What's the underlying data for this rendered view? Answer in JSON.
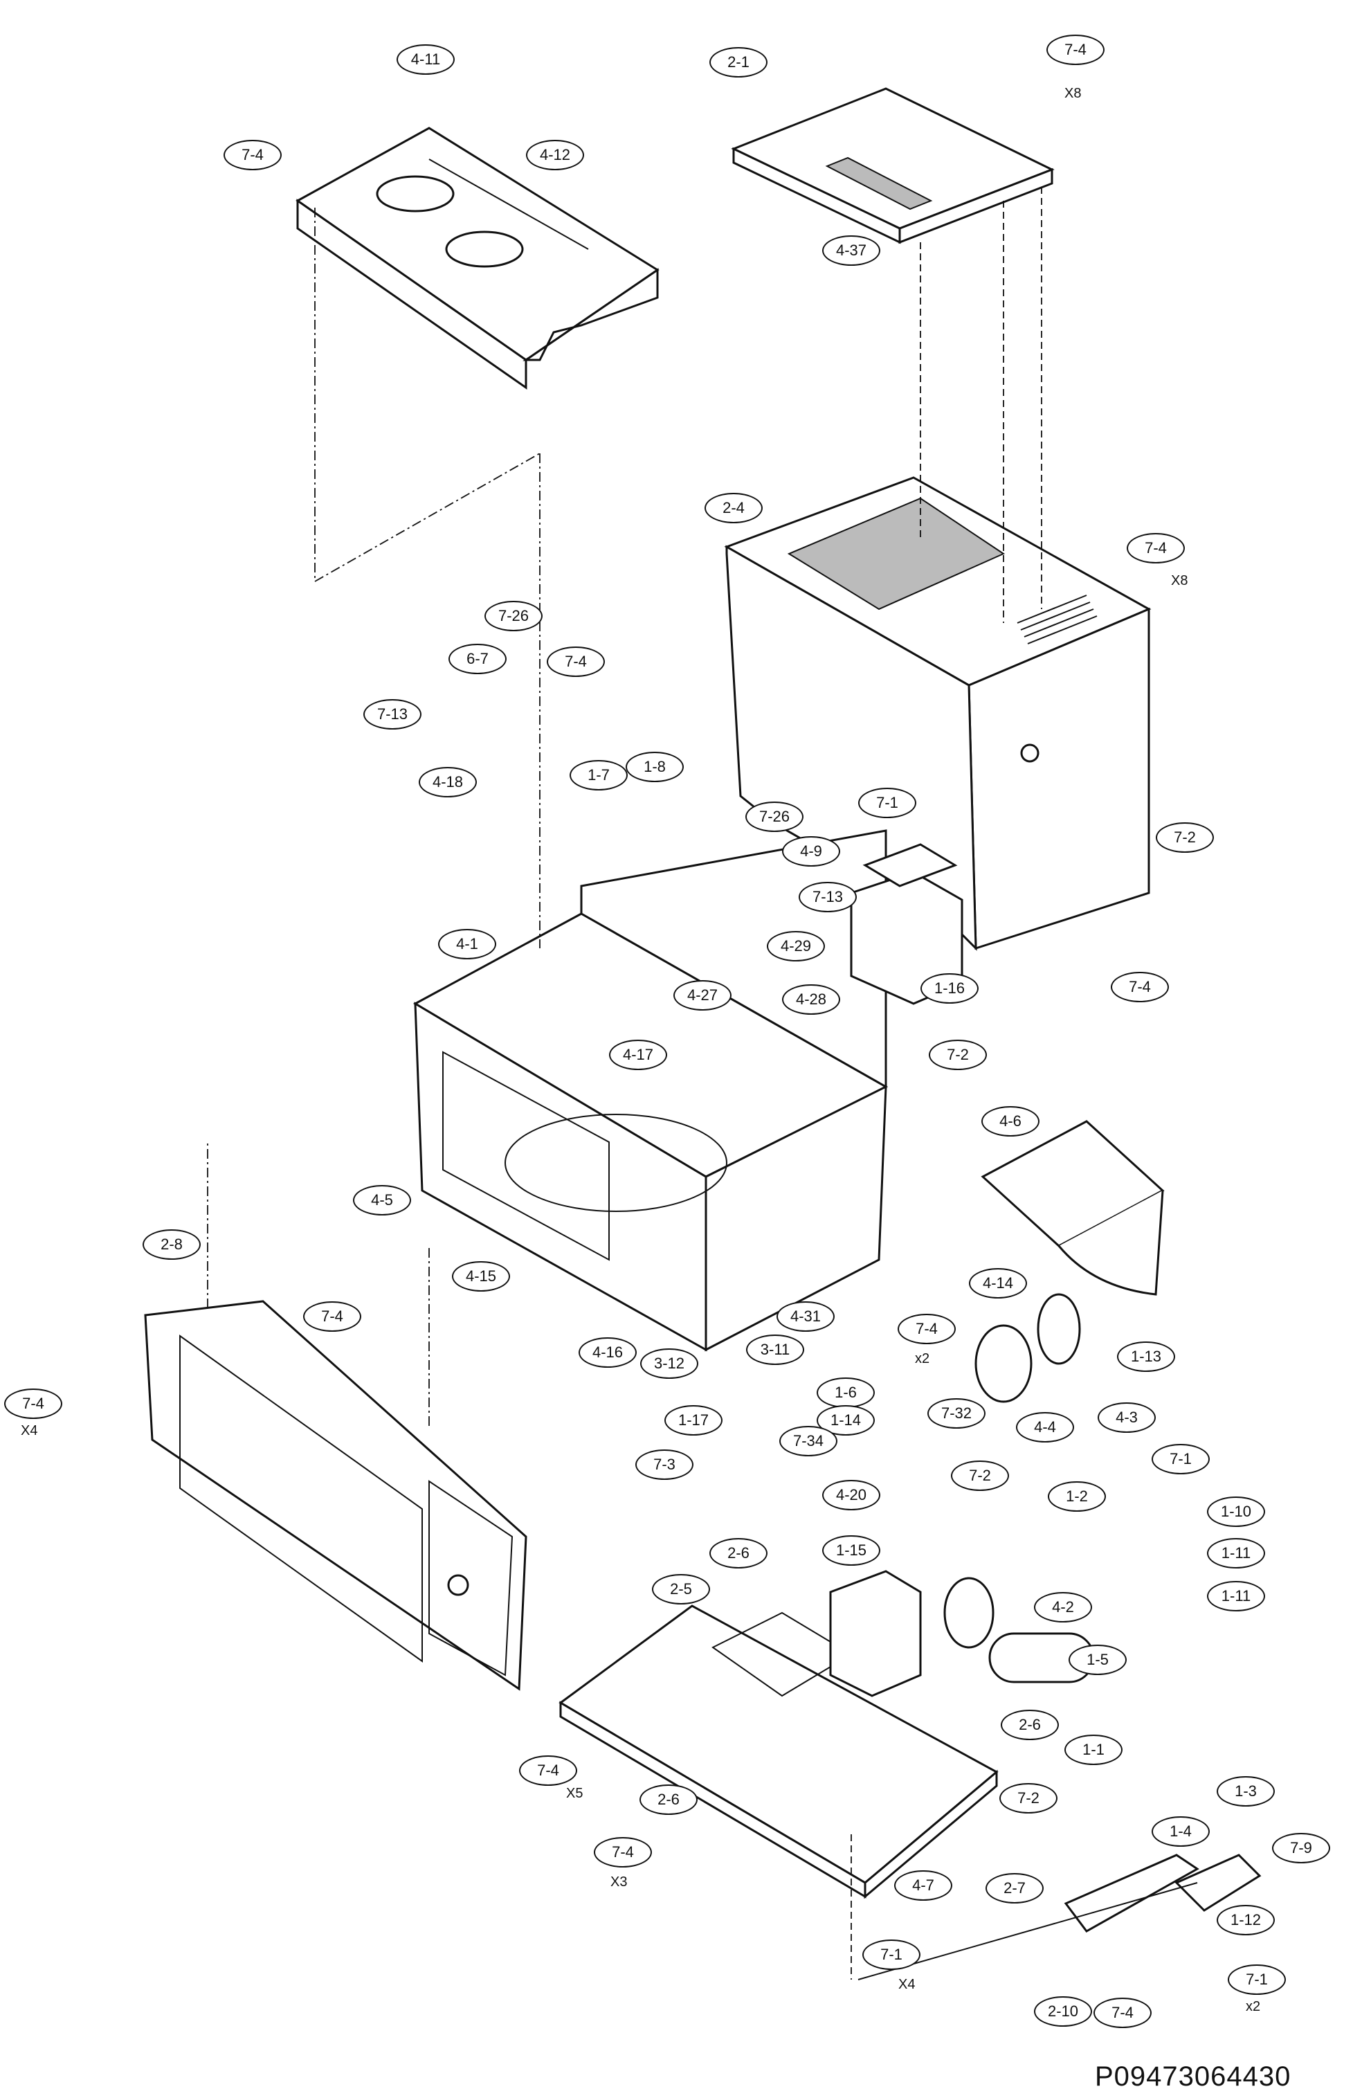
{
  "document_number": "P09473064430",
  "callouts": [
    {
      "id": "4-11"
    },
    {
      "id": "7-4"
    },
    {
      "id": "4-12"
    },
    {
      "id": "2-1"
    },
    {
      "id": "7-4"
    },
    {
      "id": "4-37"
    },
    {
      "id": "2-4"
    },
    {
      "id": "7-4"
    },
    {
      "id": "7-26"
    },
    {
      "id": "6-7"
    },
    {
      "id": "7-13"
    },
    {
      "id": "7-4"
    },
    {
      "id": "4-18"
    },
    {
      "id": "1-7"
    },
    {
      "id": "1-8"
    },
    {
      "id": "7-26"
    },
    {
      "id": "4-9"
    },
    {
      "id": "7-13"
    },
    {
      "id": "4-29"
    },
    {
      "id": "7-1"
    },
    {
      "id": "1-16"
    },
    {
      "id": "7-2"
    },
    {
      "id": "7-4"
    },
    {
      "id": "4-1"
    },
    {
      "id": "4-27"
    },
    {
      "id": "4-28"
    },
    {
      "id": "4-17"
    },
    {
      "id": "7-2"
    },
    {
      "id": "4-6"
    },
    {
      "id": "4-5"
    },
    {
      "id": "4-15"
    },
    {
      "id": "4-14"
    },
    {
      "id": "4-31"
    },
    {
      "id": "7-4"
    },
    {
      "id": "2-8"
    },
    {
      "id": "7-4"
    },
    {
      "id": "3-12"
    },
    {
      "id": "3-11"
    },
    {
      "id": "4-16"
    },
    {
      "id": "1-6"
    },
    {
      "id": "1-13"
    },
    {
      "id": "7-4"
    },
    {
      "id": "1-17"
    },
    {
      "id": "1-14"
    },
    {
      "id": "7-32"
    },
    {
      "id": "4-4"
    },
    {
      "id": "4-3"
    },
    {
      "id": "7-34"
    },
    {
      "id": "7-3"
    },
    {
      "id": "7-1"
    },
    {
      "id": "4-20"
    },
    {
      "id": "7-2"
    },
    {
      "id": "1-2"
    },
    {
      "id": "1-10"
    },
    {
      "id": "1-11"
    },
    {
      "id": "1-11"
    },
    {
      "id": "2-6"
    },
    {
      "id": "1-15"
    },
    {
      "id": "2-5"
    },
    {
      "id": "4-2"
    },
    {
      "id": "1-5"
    },
    {
      "id": "2-6"
    },
    {
      "id": "7-4"
    },
    {
      "id": "2-6"
    },
    {
      "id": "1-1"
    },
    {
      "id": "1-3"
    },
    {
      "id": "7-2"
    },
    {
      "id": "1-4"
    },
    {
      "id": "7-9"
    },
    {
      "id": "7-4"
    },
    {
      "id": "4-7"
    },
    {
      "id": "2-7"
    },
    {
      "id": "1-12"
    },
    {
      "id": "7-1"
    },
    {
      "id": "7-1"
    },
    {
      "id": "2-10"
    },
    {
      "id": "7-4"
    }
  ],
  "quantities": [
    "X8",
    "X8",
    "x2",
    "X4",
    "X5",
    "X3",
    "X4",
    "x2"
  ]
}
